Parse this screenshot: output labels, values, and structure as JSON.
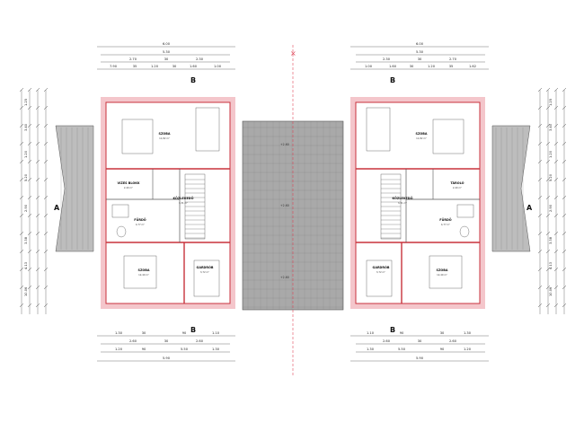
{
  "units_left": {
    "top_dims": {
      "total": "6.00",
      "row2": "5.30",
      "row3": [
        "2.70",
        "30",
        "2.30"
      ],
      "row4": [
        "7.90",
        "35",
        "1.20",
        "30",
        "1.60",
        "1.00"
      ]
    },
    "bottom_dims": {
      "row1": [
        "1.30",
        "30",
        "90",
        "1.10"
      ],
      "row2": [
        "2.60",
        "30",
        "2.60"
      ],
      "row3": [
        "1.20",
        "90",
        "5.50",
        "1.30"
      ],
      "total": "5.90"
    },
    "left_dims": [
      "1.25",
      "3.40",
      "1.20",
      "5.20",
      "2.90",
      "3.38",
      "4.13",
      "10.06"
    ],
    "rooms": [
      {
        "name": "SZOBA",
        "sub": "11,82 m²"
      },
      {
        "name": "KÖZLEKEDŐ",
        "sub": "3,31 m²"
      },
      {
        "name": "VIZES BLOKK",
        "sub": "2,40 m²"
      },
      {
        "name": "FÜRDŐ",
        "sub": "4,77 m²"
      },
      {
        "name": "SZOBA",
        "sub": "12,40 m²"
      },
      {
        "name": "GARDRÓB",
        "sub": "3,72 m²"
      }
    ],
    "axis_labels": [
      "B",
      "A",
      "B"
    ]
  },
  "units_right": {
    "top_dims": {
      "total": "6.00",
      "row2": "5.30",
      "row3": [
        "2.30",
        "30",
        "2.70"
      ],
      "row4": [
        "1.00",
        "1.60",
        "30",
        "1.20",
        "35",
        "1.62"
      ]
    },
    "bottom_dims": {
      "row1": [
        "1.10",
        "90",
        "30",
        "1.30"
      ],
      "row2": [
        "2.60",
        "30",
        "2.60"
      ],
      "row3": [
        "1.30",
        "5.50",
        "90",
        "1.20"
      ],
      "total": "5.90"
    },
    "right_dims": [
      "1.25",
      "3.40",
      "1.20",
      "5.20",
      "2.90",
      "3.38",
      "4.13",
      "10.06"
    ],
    "rooms": [
      {
        "name": "SZOBA",
        "sub": "11,82 m²"
      },
      {
        "name": "KÖZLEKEDŐ",
        "sub": "3,31 m²"
      },
      {
        "name": "TÁROLÓ",
        "sub": "2,40 m²"
      },
      {
        "name": "FÜRDŐ",
        "sub": "4,77 m²"
      },
      {
        "name": "GARDRÓB",
        "sub": "3,72 m²"
      },
      {
        "name": "SZOBA",
        "sub": "12,40 m²"
      }
    ],
    "axis_labels": [
      "B",
      "A",
      "B"
    ]
  },
  "roof_marks": [
    "+2.60",
    "+2.60",
    "+2.60"
  ],
  "colors": {
    "wall_red": "#c8323c",
    "wall_fill": "#f4c6cb",
    "roof_grey": "#9a9a9a",
    "ink": "#222222"
  }
}
